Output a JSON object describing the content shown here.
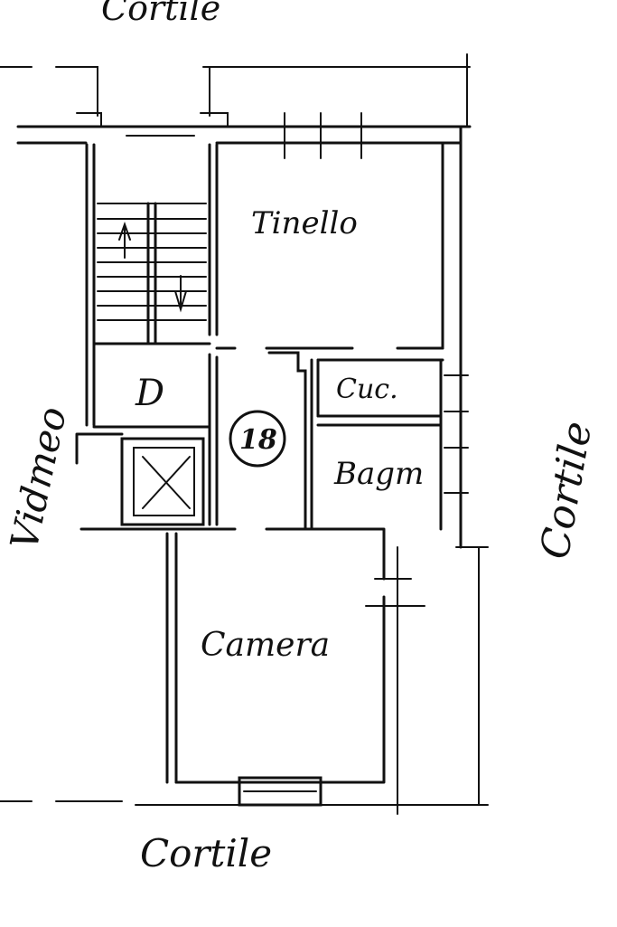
{
  "labels": {
    "cortile_top": "Cortile",
    "cortile_right": "Cortile",
    "cortile_bottom": "Cortile",
    "vicolo_left": "Vidmeo",
    "tinello": "Tinello",
    "cucina": "Cuc.",
    "bagno": "Bagm",
    "camera": "Camera",
    "landing": "D",
    "unit_number": "18"
  }
}
